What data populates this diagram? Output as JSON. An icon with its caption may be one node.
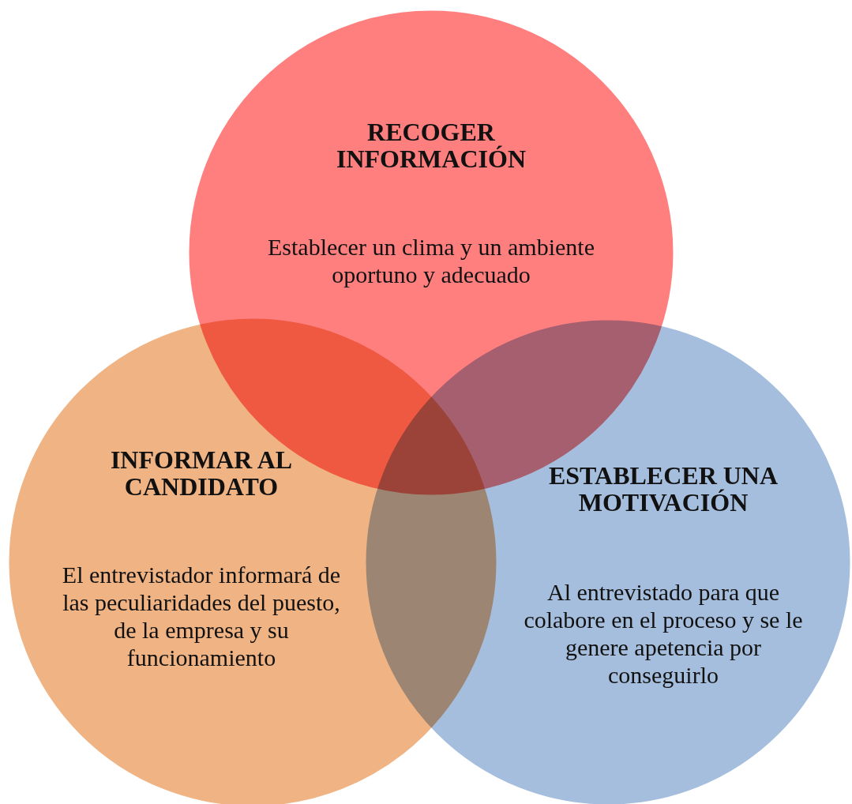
{
  "diagram": {
    "nodes": [
      {
        "text": [
          "RECOGER INFORMACIÓN",
          "Establecer un clima y un ambiente oportuno y adecuado"
        ]
      },
      {
        "text": [
          "INFORMAR AL CANDIDATO",
          "El entrevistador informará de las peculiaridades del puesto, de la empresa y su funcionamiento"
        ]
      },
      {
        "text": [
          "ESTABLECER UNA MOTIVACIÓN",
          "Al entrevistado para que colabore en el proceso y se le genere apetencia por conseguirlo"
        ]
      }
    ]
  }
}
